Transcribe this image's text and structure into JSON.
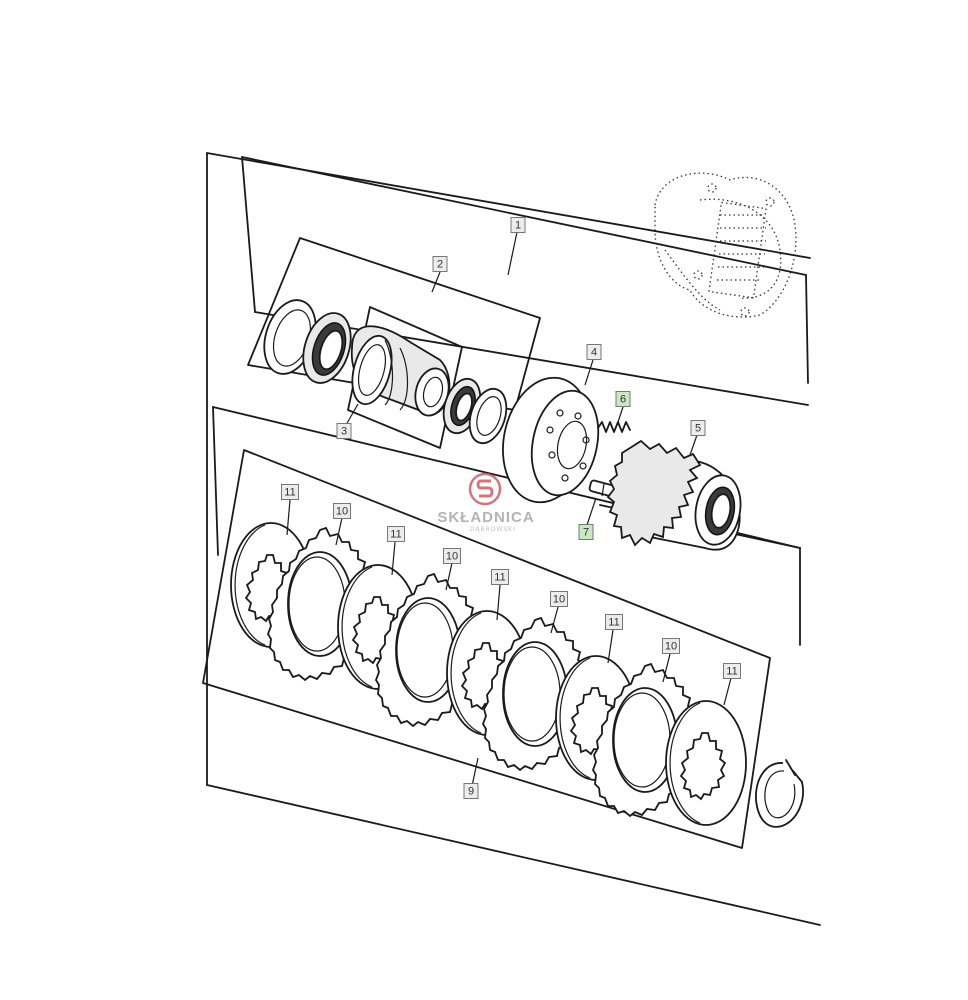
{
  "diagram": {
    "callouts": [
      {
        "id": "c1",
        "label": "1",
        "highlight": false
      },
      {
        "id": "c2",
        "label": "2",
        "highlight": false
      },
      {
        "id": "c3",
        "label": "3",
        "highlight": false
      },
      {
        "id": "c4",
        "label": "4",
        "highlight": false
      },
      {
        "id": "c5",
        "label": "5",
        "highlight": false
      },
      {
        "id": "c6",
        "label": "6",
        "highlight": true
      },
      {
        "id": "c7",
        "label": "7",
        "highlight": true
      },
      {
        "id": "c9",
        "label": "9",
        "highlight": false
      },
      {
        "id": "c11a",
        "label": "11",
        "highlight": false
      },
      {
        "id": "c10a",
        "label": "10",
        "highlight": false
      },
      {
        "id": "c11b",
        "label": "11",
        "highlight": false
      },
      {
        "id": "c10b",
        "label": "10",
        "highlight": false
      },
      {
        "id": "c11c",
        "label": "11",
        "highlight": false
      },
      {
        "id": "c10c",
        "label": "10",
        "highlight": false
      },
      {
        "id": "c11d",
        "label": "11",
        "highlight": false
      },
      {
        "id": "c10d",
        "label": "10",
        "highlight": false
      },
      {
        "id": "c11e",
        "label": "11",
        "highlight": false
      }
    ],
    "colors": {
      "callout_fill": "#ececec",
      "callout_highlight": "#c9e8c0"
    }
  },
  "watermark": {
    "title": "SKŁADNICA",
    "subtitle": "DĄBROWSKI",
    "logo_color": "#c8484f"
  }
}
